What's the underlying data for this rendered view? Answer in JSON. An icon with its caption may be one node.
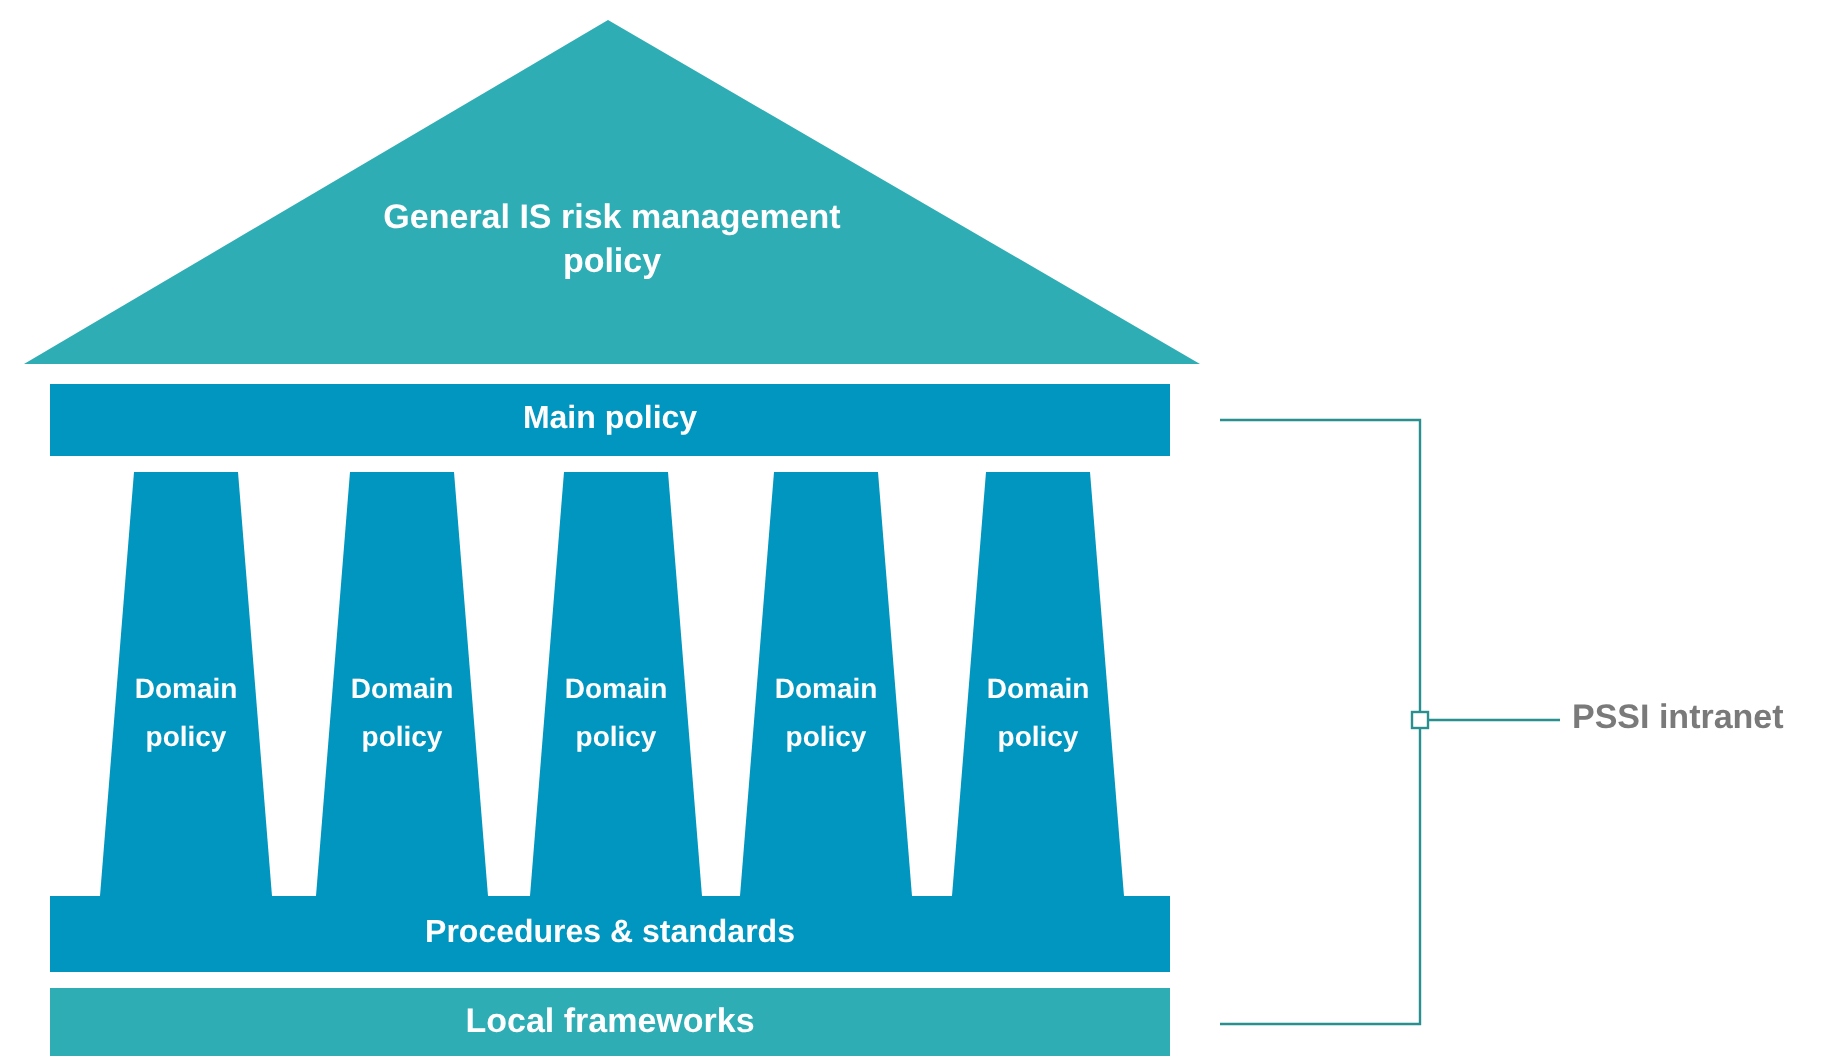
{
  "diagram": {
    "nodes": [
      {
        "text": [
          "General IS risk management policy"
        ]
      },
      {
        "text": [
          "Main policy"
        ]
      },
      {
        "text": [
          "Domain policy"
        ]
      },
      {
        "text": [
          "Domain policy"
        ]
      },
      {
        "text": [
          "Domain policy"
        ]
      },
      {
        "text": [
          "Domain policy"
        ]
      },
      {
        "text": [
          "Domain policy"
        ]
      },
      {
        "text": [
          "Procedures & standards"
        ]
      },
      {
        "text": [
          "Local frameworks"
        ]
      }
    ],
    "labels": [
      "PSSI intranet"
    ]
  }
}
